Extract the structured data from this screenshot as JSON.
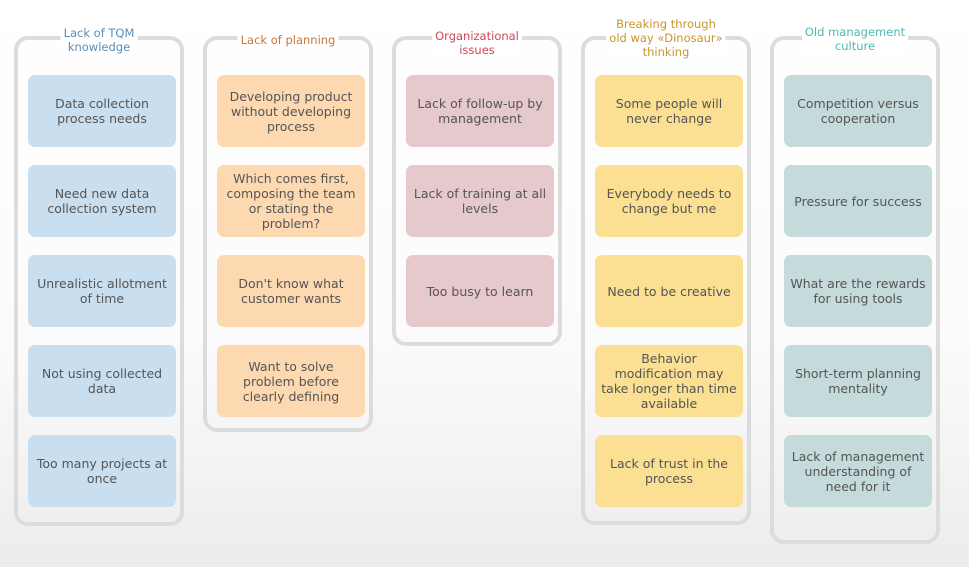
{
  "columns": [
    {
      "title": "Lack of TQM\nknowledge",
      "title_lines": [
        "Lack of TQM",
        "knowledge"
      ],
      "color": "#c9dff0",
      "title_color": "#5b8db8",
      "cards": [
        "Data collection process needs",
        "Need new data collection system",
        "Unrealistic allotment of time",
        "Not using collected data",
        "Too many projects at once"
      ]
    },
    {
      "title_lines": [
        "Lack of planning"
      ],
      "color": "#fdd9b2",
      "title_color": "#c8773a",
      "cards": [
        "Developing product without developing process",
        "Which comes first, composing the team or stating the problem?",
        "Don't know what customer wants",
        "Want to solve problem before clearly defining"
      ]
    },
    {
      "title_lines": [
        "Organizational",
        "issues"
      ],
      "color": "#e6c9cd",
      "title_color": "#d0455b",
      "cards": [
        "Lack of follow-up by management",
        "Lack of training at all levels",
        "Too busy to learn"
      ]
    },
    {
      "title_lines": [
        "Breaking through",
        "old way «Dinosaur»",
        "thinking"
      ],
      "color": "#fbdf92",
      "title_color": "#c9962c",
      "cards": [
        "Some people will never change",
        "Everybody needs to change but me",
        "Need to be creative",
        "Behavior modification may take longer than time available",
        "Lack of trust in the process"
      ]
    },
    {
      "title_lines": [
        "Old management",
        "culture"
      ],
      "color": "#c5dada",
      "title_color": "#4fb8b4",
      "cards": [
        "Competition versus cooperation",
        "Pressure for success",
        "What are the rewards for using tools",
        "Short-term planning mentality",
        "Lack of management understanding of need for it"
      ]
    }
  ]
}
